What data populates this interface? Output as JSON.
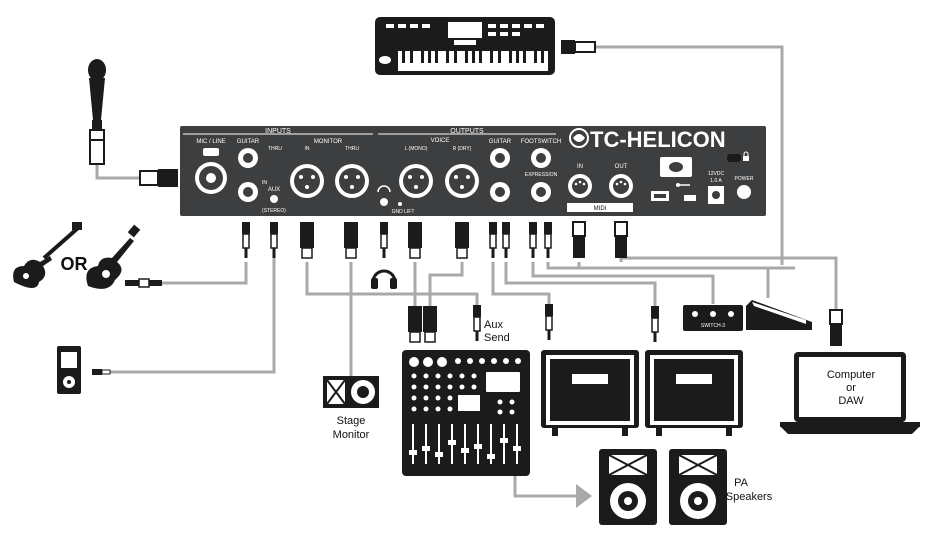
{
  "brand": "TC-HELICON",
  "panel": {
    "inputs_label": "INPUTS",
    "outputs_label": "OUTPUTS",
    "mic_line": "MIC / LINE",
    "guitar_in": "GUITAR",
    "thru": "THRU",
    "in": "IN",
    "aux": "AUX",
    "stereo": "(STEREO)",
    "monitor": "MONITOR",
    "monitor_in": "IN",
    "monitor_thru": "THRU",
    "voice": "VOICE",
    "l_mono": "L (MONO)",
    "r_dry": "R (DRY)",
    "gnd_lift": "GND LIFT",
    "guitar_out": "GUITAR",
    "footswitch": "FOOTSWITCH",
    "expression": "EXPRESSION",
    "midi_in": "IN",
    "midi_out": "OUT",
    "midi": "MIDI",
    "dc_in": "12VDC",
    "dc_amp": "1.0 A",
    "power": "POWER"
  },
  "devices": {
    "or_label": "OR",
    "aux_send": [
      "Aux",
      "Send"
    ],
    "stage_monitor": [
      "Stage",
      "Monitor"
    ],
    "computer": [
      "Computer",
      "or",
      "DAW"
    ],
    "pa_speakers": [
      "PA",
      "Speakers"
    ],
    "switch_label": "SWITCH-3"
  },
  "colors": {
    "panel": "#3d3e3f",
    "cable": "#a9a9a9",
    "device": "#1b1b1b"
  }
}
